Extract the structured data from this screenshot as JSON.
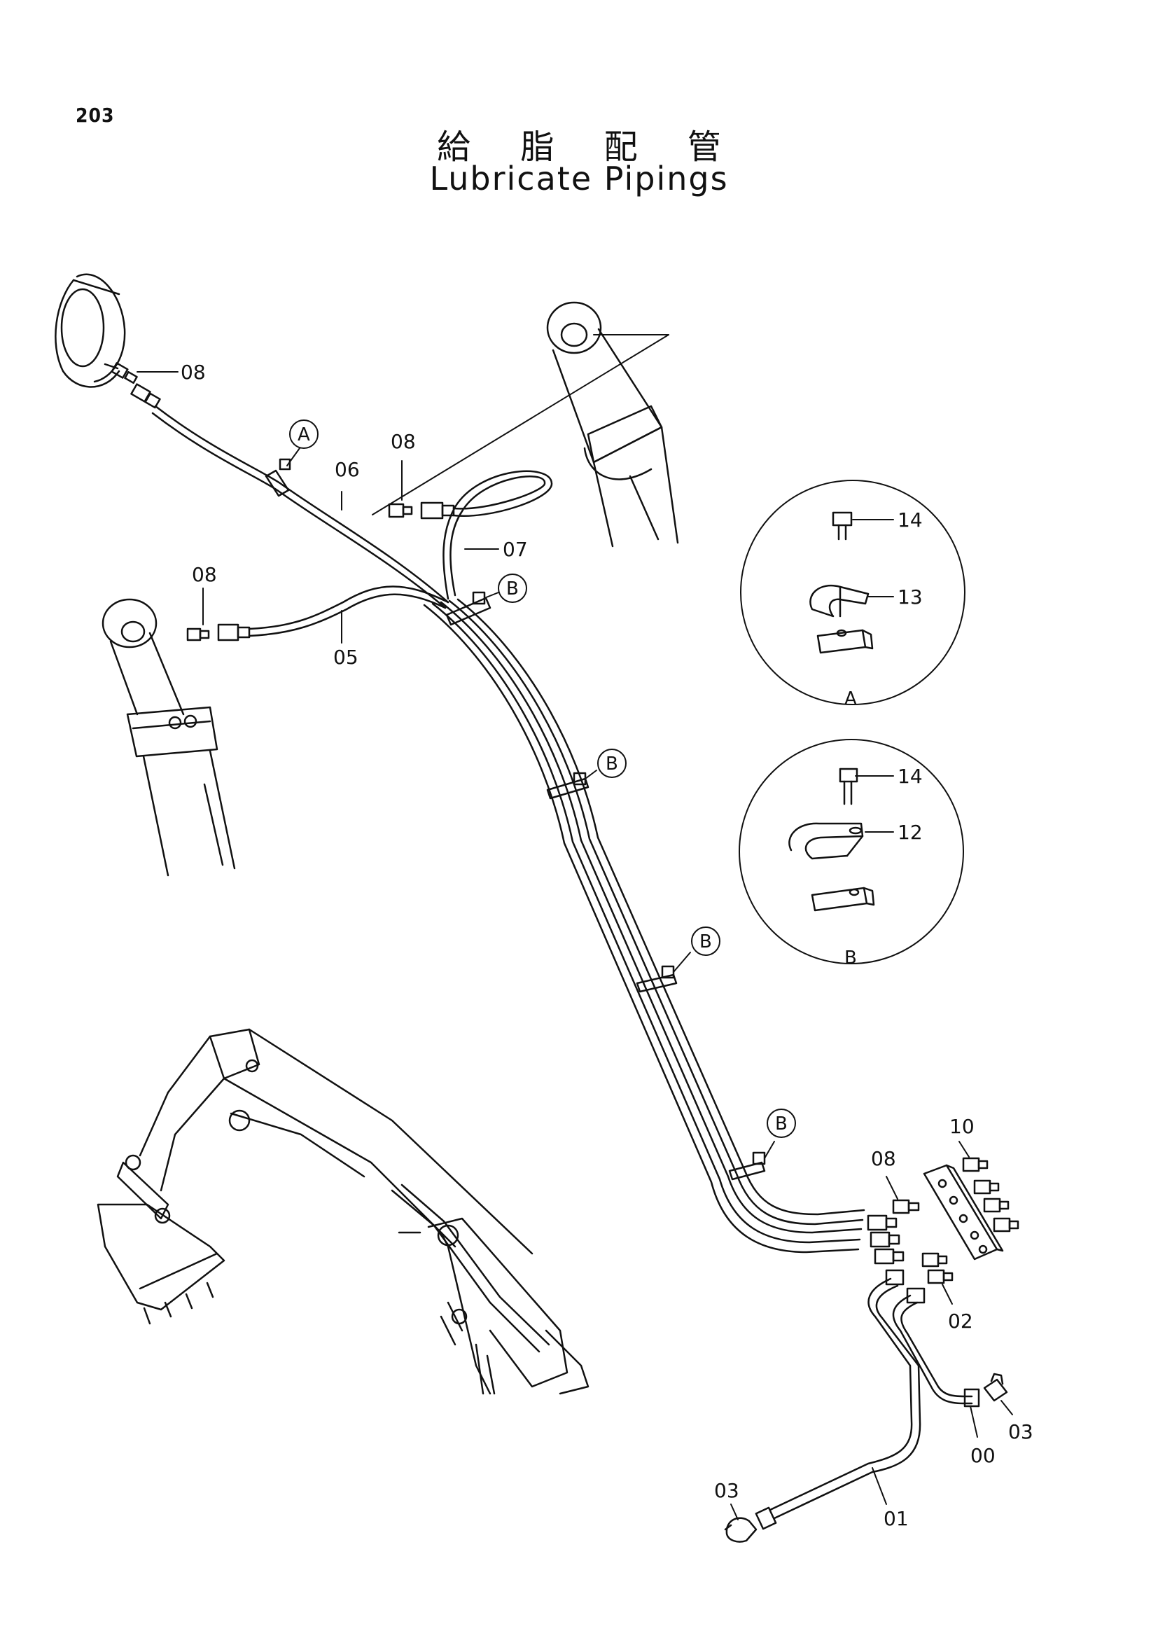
{
  "page_number": "203",
  "title_jp": "給 脂 配 管",
  "title_en": "Lubricate Pipings",
  "part_labels": {
    "p00": "00",
    "p01": "01",
    "p02": "02",
    "p03_a": "03",
    "p03_b": "03",
    "p05": "05",
    "p06": "06",
    "p07": "07",
    "p08_a": "08",
    "p08_b": "08",
    "p08_c": "08",
    "p08_d": "08",
    "p10": "10",
    "p12": "12",
    "p13": "13",
    "p14_a": "14",
    "p14_b": "14"
  },
  "callouts": {
    "a_tag": "A",
    "b_tag_1": "B",
    "b_tag_2": "B",
    "b_tag_3": "B",
    "b_tag_4": "B",
    "detail_a_caption": "A",
    "detail_b_caption": "B"
  }
}
